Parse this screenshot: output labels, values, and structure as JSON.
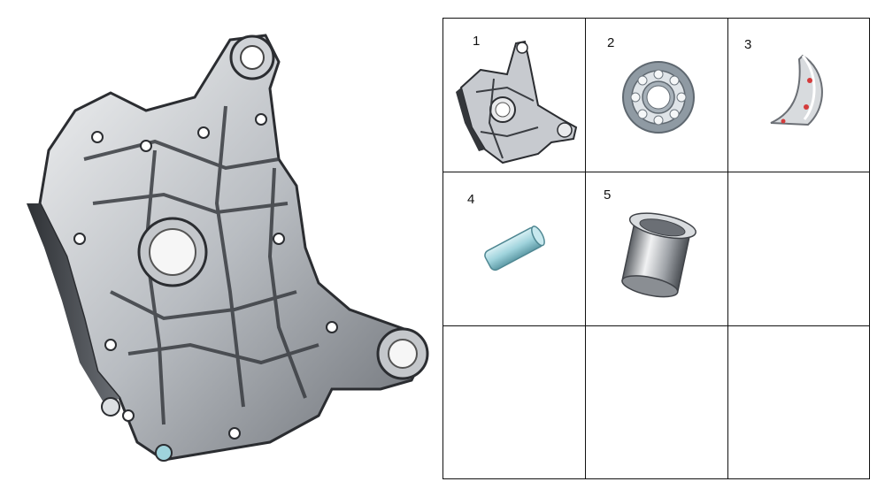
{
  "parts": [
    {
      "number": "1",
      "icon": "crankcase-thumbnail"
    },
    {
      "number": "2",
      "icon": "ball-bearing-icon"
    },
    {
      "number": "3",
      "icon": "bearing-shell-icon"
    },
    {
      "number": "4",
      "icon": "dowel-pin-icon"
    },
    {
      "number": "5",
      "icon": "bushing-sleeve-icon"
    }
  ],
  "colors": {
    "metal_light": "#e6e8ea",
    "metal_mid": "#a9adb2",
    "metal_dark": "#3c3f44",
    "bearing_race": "#8f9aa3",
    "pin_cyan": "#9fd3dc",
    "accent_red": "#d43b3b",
    "grid_line": "#111111"
  }
}
